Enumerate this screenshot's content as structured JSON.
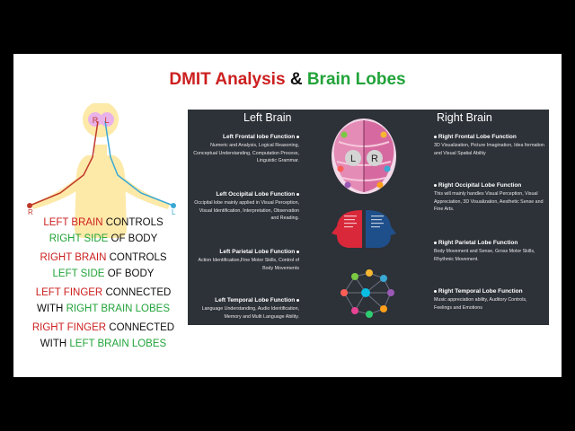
{
  "title": {
    "part1": "DMIT Analysis",
    "amp": "&",
    "part2": "Brain Lobes"
  },
  "figure": {
    "head_r": "R",
    "head_l": "L",
    "hand_left": "R",
    "hand_right": "L"
  },
  "captions": [
    {
      "a": "LEFT BRAIN",
      "b": "CONTROLS",
      "c": "RIGHT SIDE",
      "d": "OF BODY"
    },
    {
      "a": "RIGHT BRAIN",
      "b": "CONTROLS",
      "c": "LEFT SIDE",
      "d": "OF BODY"
    },
    {
      "a": "LEFT FINGER",
      "b": "CONNECTED",
      "c": "WITH",
      "d": "RIGHT BRAIN LOBES"
    },
    {
      "a": "RIGHT FINGER",
      "b": "CONNECTED",
      "c": "WITH",
      "d": "LEFT BRAIN LOBES"
    }
  ],
  "panel": {
    "left_header": "Left Brain",
    "right_header": "Right Brain",
    "brain_l": "L",
    "brain_r": "R",
    "left": [
      {
        "title": "Left Frontal lobe Function",
        "text": "Numeric and Analysis, Logical Reasoning, Conceptual Understanding, Computation Process, Linguistic Grammar."
      },
      {
        "title": "Left Occipital Lobe Function",
        "text": "Occipital lobe mainly applied in Visual Perception, Visual Identification, Interpretation, Observation and Reading."
      },
      {
        "title": "Left Parietal Lobe Function",
        "text": "Action Identification,Fine Motor Skills, Control of Body Movements"
      },
      {
        "title": "Left Temporal Lobe Function",
        "text": "Language Understanding, Audio Identification, Memory and Multi Language Ability."
      }
    ],
    "right": [
      {
        "title": "Right Frontal Lobe Function",
        "text": "3D Visualization, Picture Imagination, Idea formation and Visual Spatial Ability"
      },
      {
        "title": "Right Occipital Lobe Function",
        "text": "This will mainly handles Visual Perception, Visual Appreciation, 3D Visualization, Aesthetic Sense and Fine Arts."
      },
      {
        "title": "Right Parietal Lobe Function",
        "text": "Body Movement and Sense, Gross Motor Skills, Rhythmic Movement."
      },
      {
        "title": "Right Temporal Lobe Function",
        "text": "Music appreciation ability, Auditory Controls, Feelings and Emotions"
      }
    ]
  }
}
